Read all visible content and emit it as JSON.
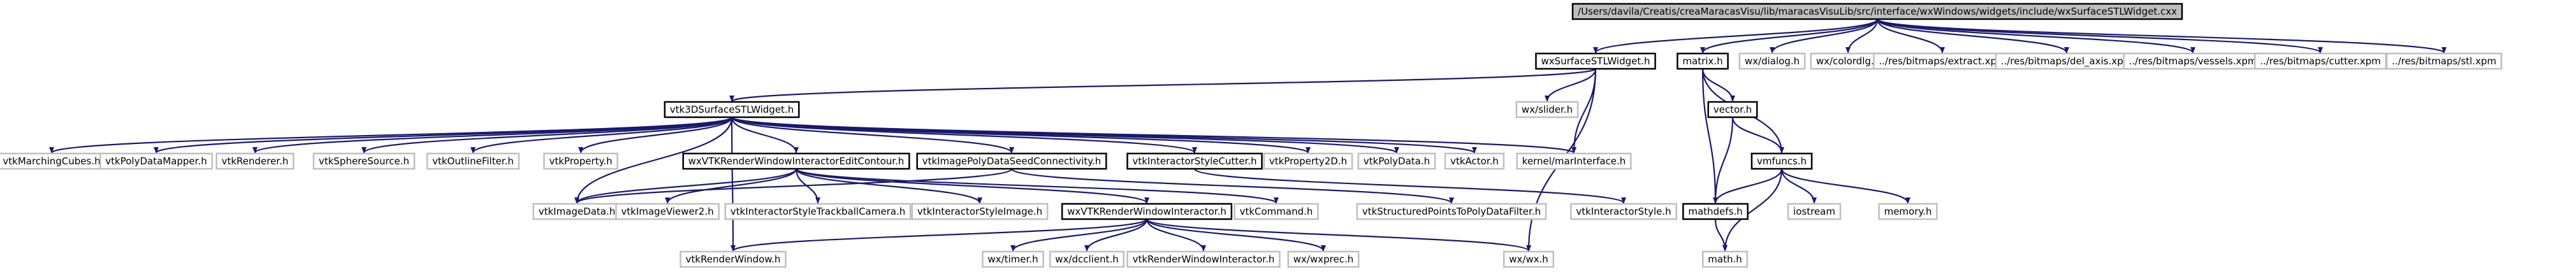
{
  "colors": {
    "background": "#ffffff",
    "root_fill": "#bfbfbf",
    "node_fill": "#ffffff",
    "documented_border": "#000000",
    "undocumented_border": "#bfbfbf",
    "edge": "#191970",
    "text": "#000000"
  },
  "nodes": [
    {
      "id": "n_root",
      "label": "/Users/davila/Creatis/creaMaracasVisu/lib/maracasVisuLib/src/interface/wxWindows/widgets/include/wxSurfaceSTLWidget.cxx",
      "style": "root"
    },
    {
      "id": "n_wxsurf",
      "label": "wxSurfaceSTLWidget.h",
      "style": "documented"
    },
    {
      "id": "n_matrix",
      "label": "matrix.h",
      "style": "documented"
    },
    {
      "id": "n_wxdialog",
      "label": "wx/dialog.h",
      "style": "external"
    },
    {
      "id": "n_wxcolordlg",
      "label": "wx/colordlg.h",
      "style": "external"
    },
    {
      "id": "n_extract",
      "label": "../res/bitmaps/extract.xpm",
      "style": "external"
    },
    {
      "id": "n_delaxis",
      "label": "../res/bitmaps/del_axis.xpm",
      "style": "external"
    },
    {
      "id": "n_vessels",
      "label": "../res/bitmaps/vessels.xpm",
      "style": "external"
    },
    {
      "id": "n_cutter",
      "label": "../res/bitmaps/cutter.xpm",
      "style": "external"
    },
    {
      "id": "n_stl",
      "label": "../res/bitmaps/stl.xpm",
      "style": "external"
    },
    {
      "id": "n_vtk3d",
      "label": "vtk3DSurfaceSTLWidget.h",
      "style": "documented"
    },
    {
      "id": "n_wxslider",
      "label": "wx/slider.h",
      "style": "external"
    },
    {
      "id": "n_vector",
      "label": "vector.h",
      "style": "documented"
    },
    {
      "id": "n_vtkmc",
      "label": "vtkMarchingCubes.h",
      "style": "external"
    },
    {
      "id": "n_vtkpdm",
      "label": "vtkPolyDataMapper.h",
      "style": "external"
    },
    {
      "id": "n_vtkren",
      "label": "vtkRenderer.h",
      "style": "external"
    },
    {
      "id": "n_vtksph",
      "label": "vtkSphereSource.h",
      "style": "external"
    },
    {
      "id": "n_vtkout",
      "label": "vtkOutlineFilter.h",
      "style": "external"
    },
    {
      "id": "n_vtkprop",
      "label": "vtkProperty.h",
      "style": "external"
    },
    {
      "id": "n_wxvtkrwie",
      "label": "wxVTKRenderWindowInteractorEditContour.h",
      "style": "documented"
    },
    {
      "id": "n_vtkipdsc",
      "label": "vtkImagePolyDataSeedConnectivity.h",
      "style": "documented"
    },
    {
      "id": "n_vtkisc",
      "label": "vtkInteractorStyleCutter.h",
      "style": "documented"
    },
    {
      "id": "n_vtkprop2d",
      "label": "vtkProperty2D.h",
      "style": "external"
    },
    {
      "id": "n_vtkpd",
      "label": "vtkPolyData.h",
      "style": "external"
    },
    {
      "id": "n_vtkactor",
      "label": "vtkActor.h",
      "style": "external"
    },
    {
      "id": "n_kernel",
      "label": "kernel/marInterface.h",
      "style": "external"
    },
    {
      "id": "n_vrmfuncs",
      "label": "vmfuncs.h",
      "style": "documented"
    },
    {
      "id": "n_vtkimgdata",
      "label": "vtkImageData.h",
      "style": "external"
    },
    {
      "id": "n_vtkimgv2",
      "label": "vtkImageViewer2.h",
      "style": "external"
    },
    {
      "id": "n_vtkistbc",
      "label": "vtkInteractorStyleTrackballCamera.h",
      "style": "external"
    },
    {
      "id": "n_vtkisi",
      "label": "vtkInteractorStyleImage.h",
      "style": "external"
    },
    {
      "id": "n_wxvtkrwi",
      "label": "wxVTKRenderWindowInteractor.h",
      "style": "documented"
    },
    {
      "id": "n_vtkcmd",
      "label": "vtkCommand.h",
      "style": "external"
    },
    {
      "id": "n_vtksp2pd",
      "label": "vtkStructuredPointsToPolyDataFilter.h",
      "style": "external"
    },
    {
      "id": "n_vtkis",
      "label": "vtkInteractorStyle.h",
      "style": "external"
    },
    {
      "id": "n_iostream",
      "label": "iostream",
      "style": "external"
    },
    {
      "id": "n_memory",
      "label": "memory.h",
      "style": "external"
    },
    {
      "id": "n_mathdefs",
      "label": "mathdefs.h",
      "style": "documented"
    },
    {
      "id": "n_vtkrw",
      "label": "vtkRenderWindow.h",
      "style": "external"
    },
    {
      "id": "n_wxtimer",
      "label": "wx/timer.h",
      "style": "external"
    },
    {
      "id": "n_wxdcclient",
      "label": "wx/dcclient.h",
      "style": "external"
    },
    {
      "id": "n_vtkrwi",
      "label": "vtkRenderWindowInteractor.h",
      "style": "external"
    },
    {
      "id": "n_wxwxprec",
      "label": "wx/wxprec.h",
      "style": "external"
    },
    {
      "id": "n_wxwx",
      "label": "wx/wx.h",
      "style": "external"
    },
    {
      "id": "n_math",
      "label": "math.h",
      "style": "external"
    }
  ],
  "edges": [
    [
      "n_root",
      "n_wxsurf"
    ],
    [
      "n_root",
      "n_matrix"
    ],
    [
      "n_root",
      "n_wxdialog"
    ],
    [
      "n_root",
      "n_wxcolordlg"
    ],
    [
      "n_root",
      "n_extract"
    ],
    [
      "n_root",
      "n_delaxis"
    ],
    [
      "n_root",
      "n_vessels"
    ],
    [
      "n_root",
      "n_cutter"
    ],
    [
      "n_root",
      "n_stl"
    ],
    [
      "n_wxsurf",
      "n_vtk3d"
    ],
    [
      "n_wxsurf",
      "n_wxslider"
    ],
    [
      "n_wxsurf",
      "n_kernel"
    ],
    [
      "n_wxsurf",
      "n_wxwx"
    ],
    [
      "n_matrix",
      "n_vector"
    ],
    [
      "n_matrix",
      "n_vrmfuncs"
    ],
    [
      "n_matrix",
      "n_mathdefs"
    ],
    [
      "n_vector",
      "n_vrmfuncs"
    ],
    [
      "n_vector",
      "n_mathdefs"
    ],
    [
      "n_vrmfuncs",
      "n_mathdefs"
    ],
    [
      "n_vrmfuncs",
      "n_iostream"
    ],
    [
      "n_vrmfuncs",
      "n_memory"
    ],
    [
      "n_vrmfuncs",
      "n_math"
    ],
    [
      "n_mathdefs",
      "n_math"
    ],
    [
      "n_vtk3d",
      "n_vtkmc"
    ],
    [
      "n_vtk3d",
      "n_vtkpdm"
    ],
    [
      "n_vtk3d",
      "n_vtkren"
    ],
    [
      "n_vtk3d",
      "n_vtksph"
    ],
    [
      "n_vtk3d",
      "n_vtkout"
    ],
    [
      "n_vtk3d",
      "n_vtkprop"
    ],
    [
      "n_vtk3d",
      "n_wxvtkrwie"
    ],
    [
      "n_vtk3d",
      "n_vtkipdsc"
    ],
    [
      "n_vtk3d",
      "n_vtkisc"
    ],
    [
      "n_vtk3d",
      "n_vtkprop2d"
    ],
    [
      "n_vtk3d",
      "n_vtkpd"
    ],
    [
      "n_vtk3d",
      "n_vtkactor"
    ],
    [
      "n_vtk3d",
      "n_kernel"
    ],
    [
      "n_vtk3d",
      "n_vtkimgdata"
    ],
    [
      "n_vtk3d",
      "n_vtkrw"
    ],
    [
      "n_wxvtkrwie",
      "n_vtkimgdata"
    ],
    [
      "n_wxvtkrwie",
      "n_vtkimgv2"
    ],
    [
      "n_wxvtkrwie",
      "n_vtkistbc"
    ],
    [
      "n_wxvtkrwie",
      "n_vtkisi"
    ],
    [
      "n_wxvtkrwie",
      "n_wxvtkrwi"
    ],
    [
      "n_wxvtkrwie",
      "n_vtkcmd"
    ],
    [
      "n_vtkipdsc",
      "n_vtkimgdata"
    ],
    [
      "n_vtkipdsc",
      "n_vtksp2pd"
    ],
    [
      "n_vtkisc",
      "n_vtkis"
    ],
    [
      "n_wxvtkrwi",
      "n_vtkrw"
    ],
    [
      "n_wxvtkrwi",
      "n_wxtimer"
    ],
    [
      "n_wxvtkrwi",
      "n_wxdcclient"
    ],
    [
      "n_wxvtkrwi",
      "n_vtkrwi"
    ],
    [
      "n_wxvtkrwi",
      "n_wxwxprec"
    ],
    [
      "n_wxvtkrwi",
      "n_wxwx"
    ]
  ]
}
